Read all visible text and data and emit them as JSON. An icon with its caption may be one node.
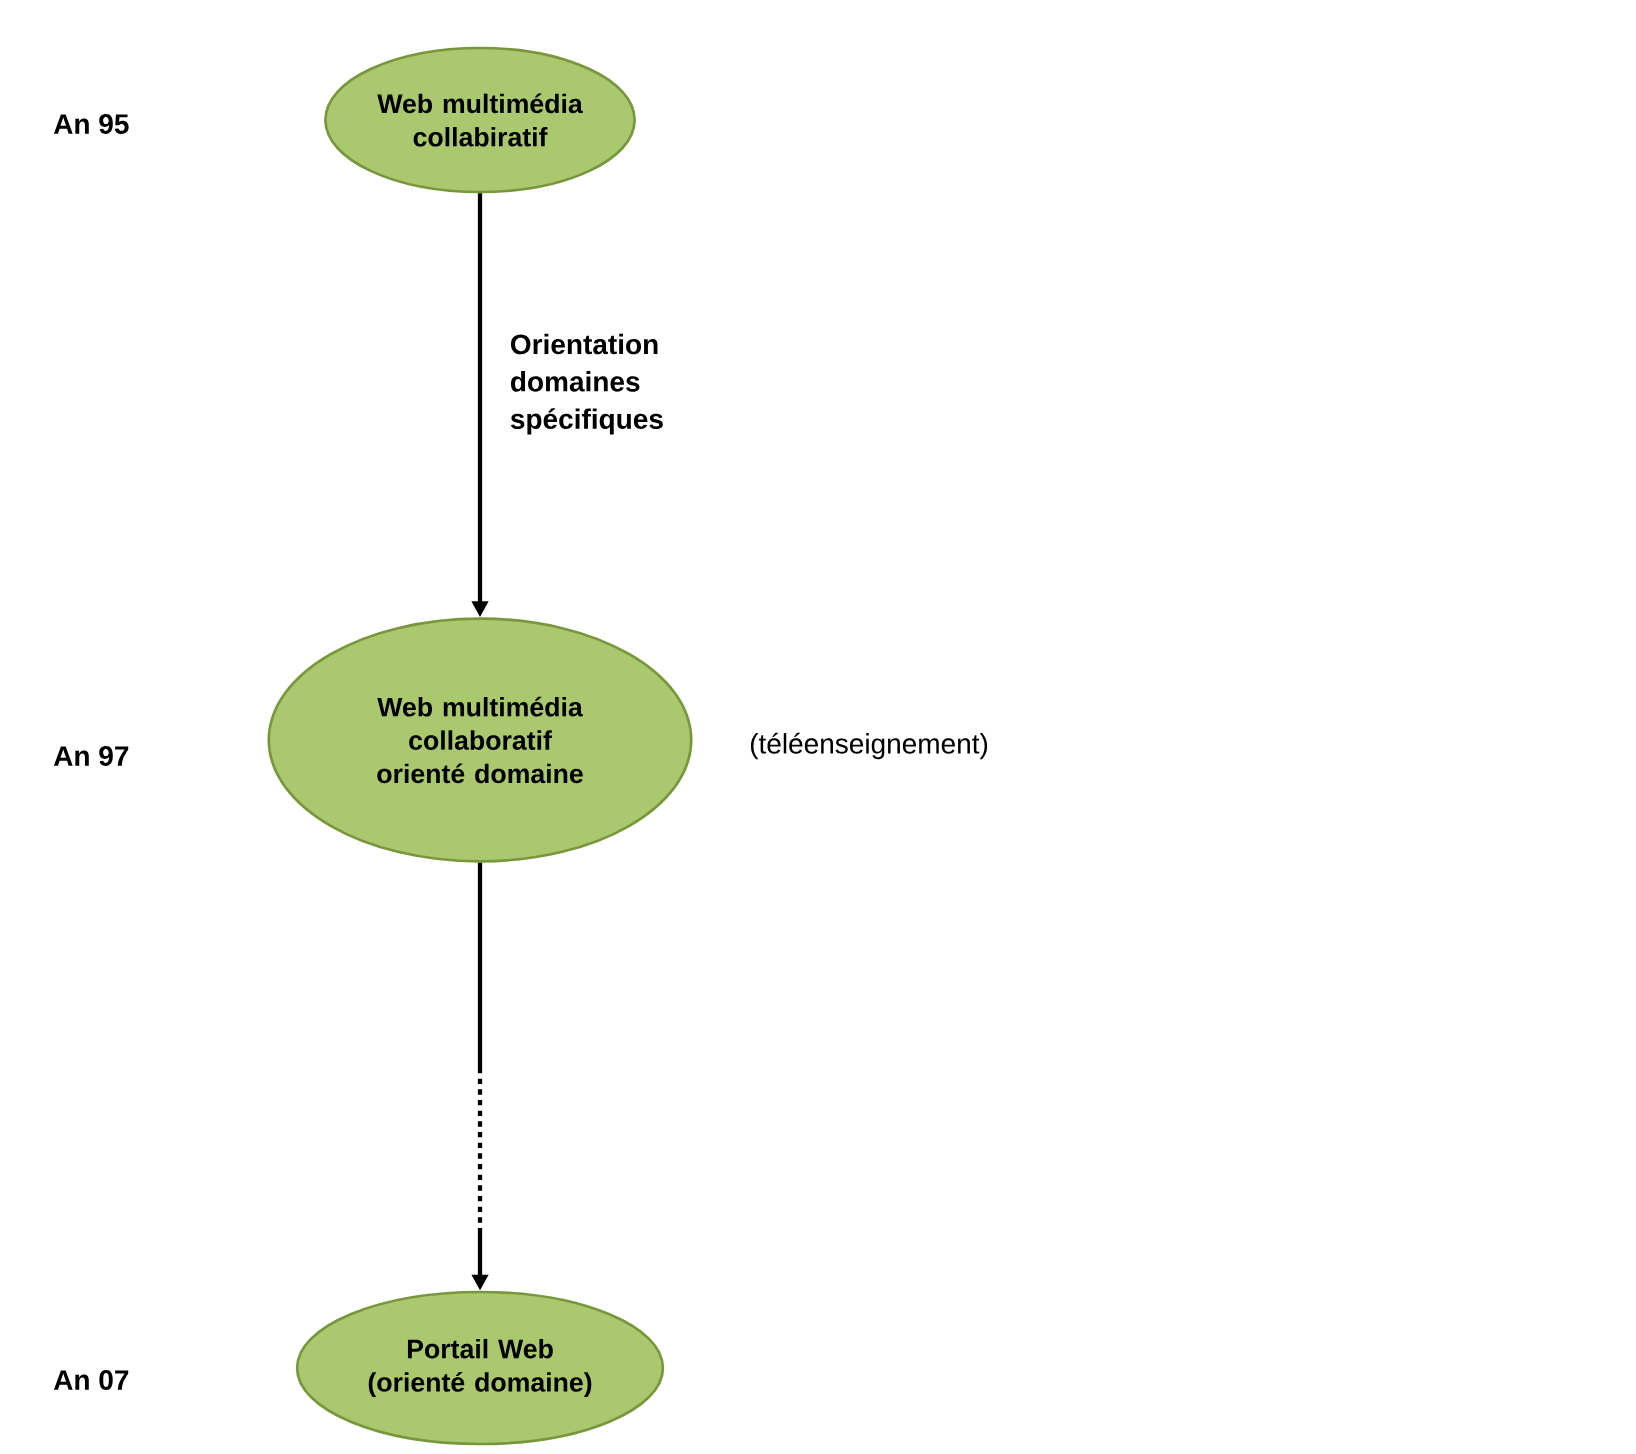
{
  "diagram": {
    "nodes": [
      {
        "text": [
          "Web multimédia collabiratif"
        ]
      },
      {
        "text": [
          "Web multimédia collaboratif orienté domaine"
        ],
        "beside": [
          "(téléenseignement)"
        ]
      },
      {
        "text": [
          "Portail Web (orienté domaine)"
        ]
      }
    ],
    "edges": [
      {
        "from": 0,
        "to": 1,
        "arrow": "to",
        "label": "Orientation domaines spécifiques"
      },
      {
        "from": 1,
        "to": 2,
        "arrow": "to",
        "style": "dashed"
      }
    ],
    "labels": [
      "An 95",
      "An 97",
      "An 07"
    ]
  }
}
